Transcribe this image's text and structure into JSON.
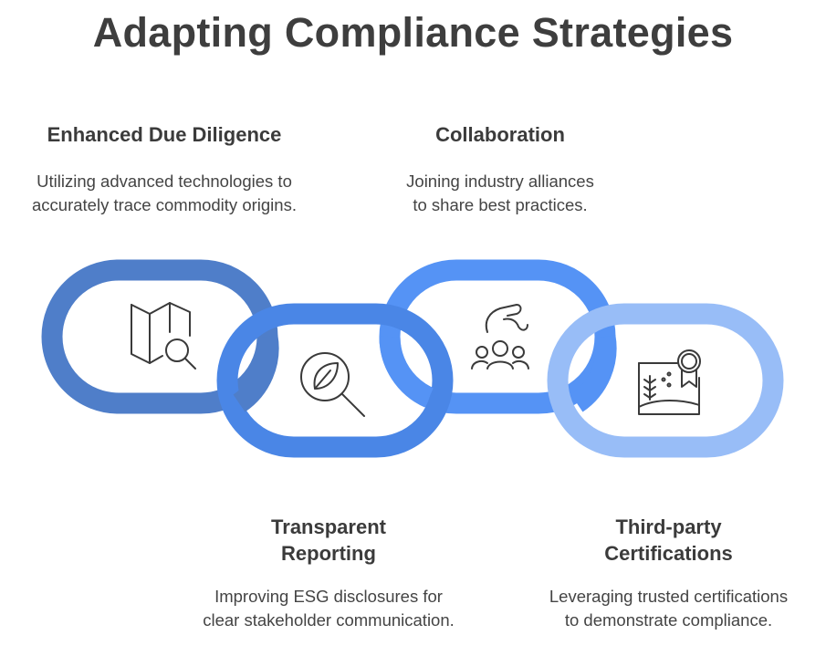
{
  "title": "Adapting Compliance Strategies",
  "items": [
    {
      "heading": "Enhanced Due Diligence",
      "desc_lines": [
        "Utilizing advanced technologies to",
        "accurately trace commodity origins."
      ],
      "icon": "map-search-icon",
      "color": "#4f7ec9"
    },
    {
      "heading": "Transparent Reporting",
      "heading_lines": [
        "Transparent",
        "Reporting"
      ],
      "desc_lines": [
        "Improving ESG disclosures for",
        "clear stakeholder communication."
      ],
      "icon": "leaf-search-icon",
      "color": "#4a86e6"
    },
    {
      "heading": "Collaboration",
      "desc_lines": [
        "Joining industry alliances",
        "to share best practices."
      ],
      "icon": "hand-group-icon",
      "color": "#5593f5"
    },
    {
      "heading": "Third-party Certifications",
      "heading_lines": [
        "Third-party",
        "Certifications"
      ],
      "desc_lines": [
        "Leveraging trusted certifications",
        "to demonstrate compliance."
      ],
      "icon": "certificate-icon",
      "color": "#98bdf7"
    }
  ]
}
